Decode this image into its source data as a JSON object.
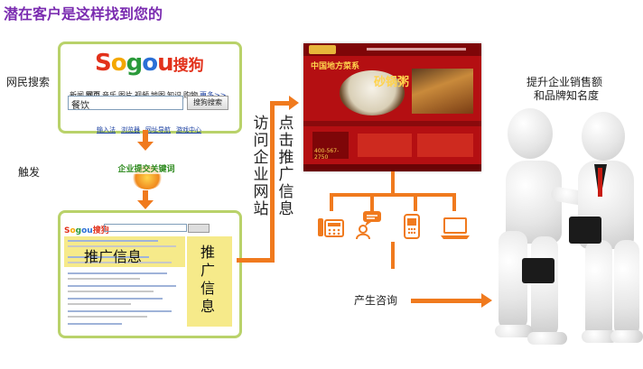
{
  "title": "潜在客户是这样找到您的",
  "labels": {
    "netizen_search": "网民搜索",
    "trigger": "触发",
    "keyword_badge": "企业提交关键词",
    "visit_site": "访问企业网站",
    "click_promo": "点击推广信息",
    "produce_inquiry": "产生咨询",
    "goal_line1": "提升企业销售额",
    "goal_line2": "和品牌知名度"
  },
  "search": {
    "logo": "Sogou",
    "logo_suffix": "搜狗",
    "nav": [
      "新闻",
      "网页",
      "音乐",
      "图片",
      "视频",
      "地图",
      "知识",
      "购物",
      "更多>>"
    ],
    "query": "餐饮",
    "button": "搜狗搜索",
    "links": [
      "输入法",
      "浏览器",
      "网址导航",
      "游戏中心"
    ]
  },
  "results": {
    "logo": "Sogou搜狗",
    "promo_left": "推广信息",
    "promo_right": "推广信息"
  },
  "website": {
    "banner": "中国地方菜系",
    "dish": "砂锅粥",
    "phone": "400-567-2750"
  },
  "contact_icons": [
    "phone-icon",
    "chat-person-icon",
    "mobile-phone-icon",
    "laptop-icon"
  ],
  "colors": {
    "title": "#7a2bb0",
    "flow": "#f07a1e",
    "card_border": "#b9d26a",
    "site_red": "#b40f12",
    "highlight": "#f6ea8a"
  }
}
